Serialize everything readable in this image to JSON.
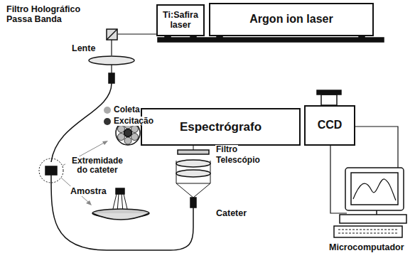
{
  "diagram": {
    "nodes": [
      {
        "text": [
          "Ti:Safira laser"
        ]
      },
      {
        "text": [
          "Argon ion laser"
        ]
      },
      {
        "text": [
          "Espectrógrafo"
        ]
      },
      {
        "text": [
          "CCD"
        ]
      }
    ],
    "labels": [
      "Filtro Holográfico Passa Banda",
      "Lente",
      "Coleta",
      "Excitação",
      "Extremidade do cateter",
      "Amostra",
      "Filtro",
      "Telescópio",
      "Cateter",
      "Microcomputador"
    ]
  }
}
